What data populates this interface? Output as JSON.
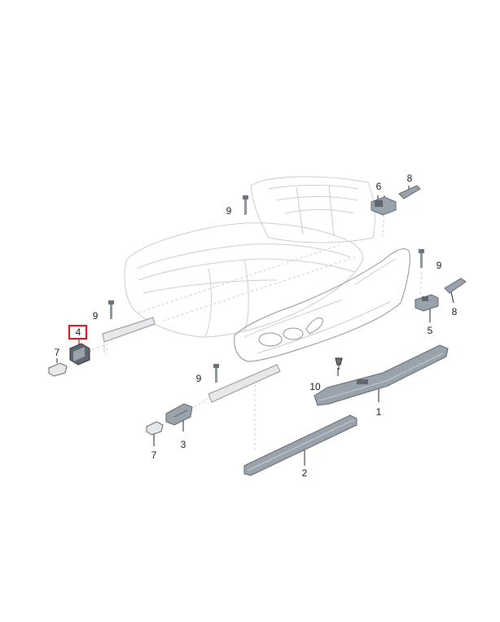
{
  "diagram": {
    "callouts": [
      {
        "id": "c1",
        "text": "1"
      },
      {
        "id": "c2",
        "text": "2"
      },
      {
        "id": "c3",
        "text": "3"
      },
      {
        "id": "c4",
        "text": "4",
        "highlighted": true
      },
      {
        "id": "c5",
        "text": "5"
      },
      {
        "id": "c6",
        "text": "6"
      },
      {
        "id": "c7a",
        "text": "7"
      },
      {
        "id": "c7b",
        "text": "7"
      },
      {
        "id": "c8a",
        "text": "8"
      },
      {
        "id": "c8b",
        "text": "8"
      },
      {
        "id": "c9a",
        "text": "9"
      },
      {
        "id": "c9b",
        "text": "9"
      },
      {
        "id": "c9c",
        "text": "9"
      },
      {
        "id": "c10",
        "text": "10"
      }
    ],
    "colors": {
      "highlight_box": "#e0101a",
      "part_fill": "#9aa3ab",
      "part_dark": "#5f676e",
      "seat_line": "#c9cdd1"
    }
  }
}
